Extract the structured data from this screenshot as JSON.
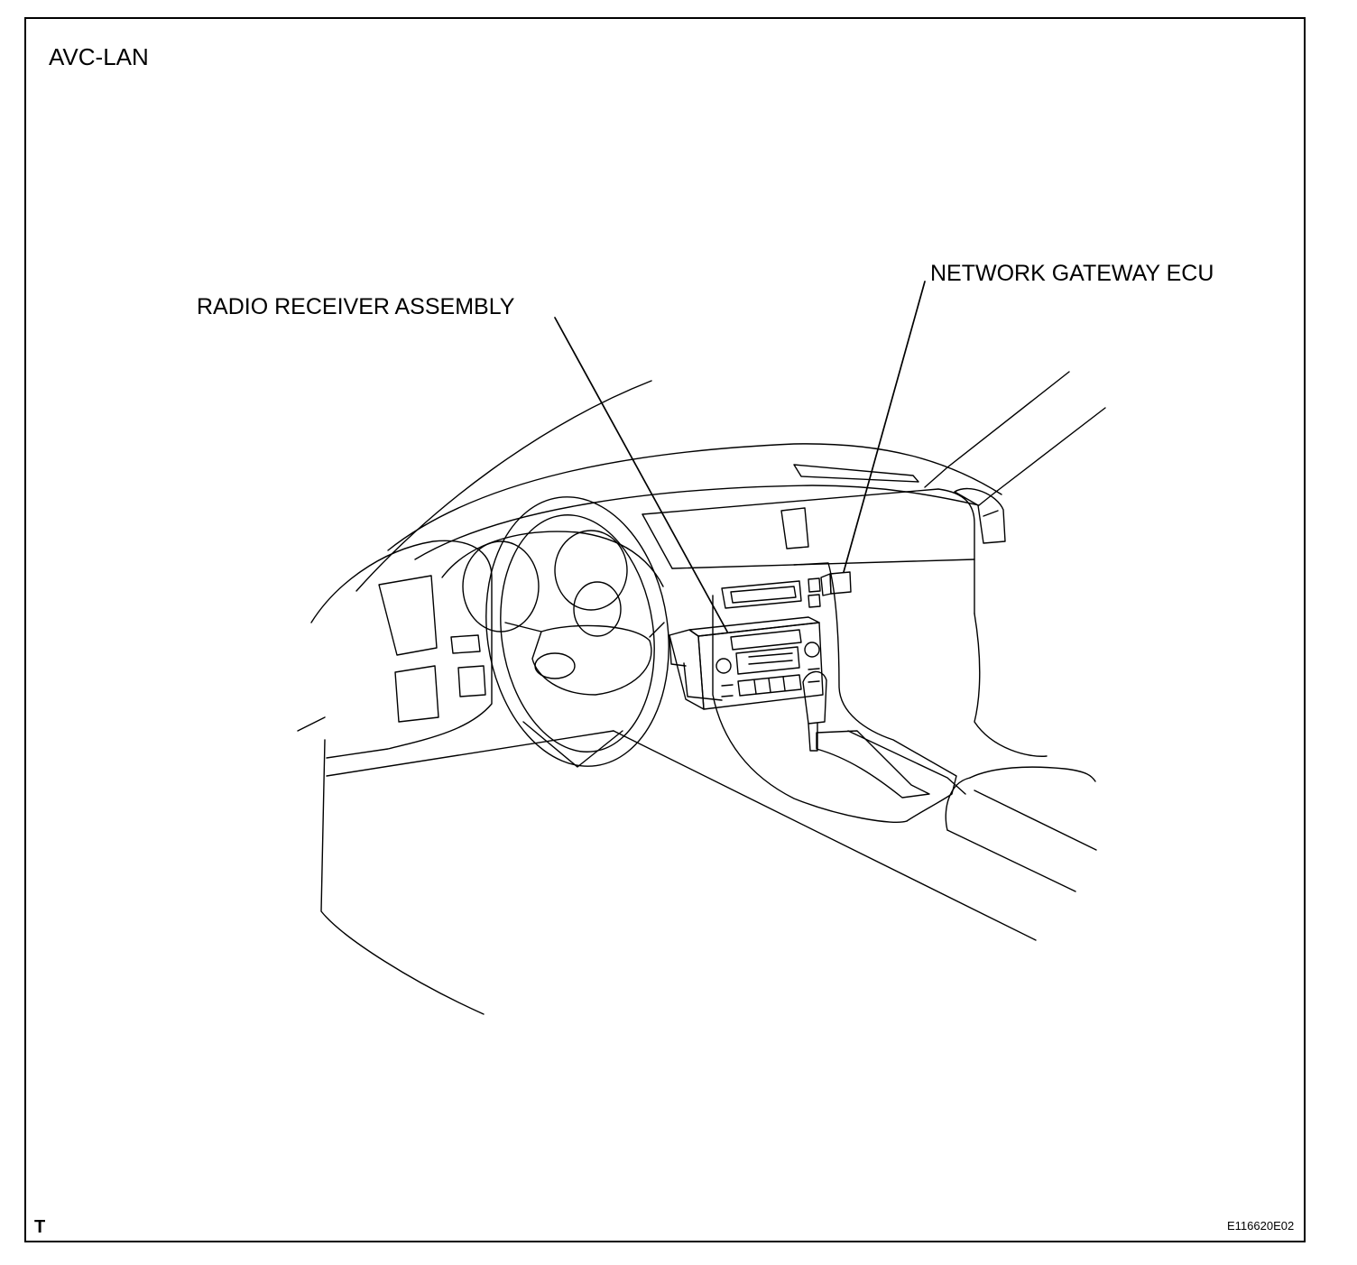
{
  "diagram": {
    "title": "AVC-LAN",
    "callouts": {
      "radio_receiver": "RADIO RECEIVER ASSEMBLY",
      "network_gateway": "NETWORK GATEWAY ECU"
    },
    "corner_mark": "T",
    "figure_code": "E116620E02",
    "illustration": "vehicle-dashboard-line-drawing"
  }
}
